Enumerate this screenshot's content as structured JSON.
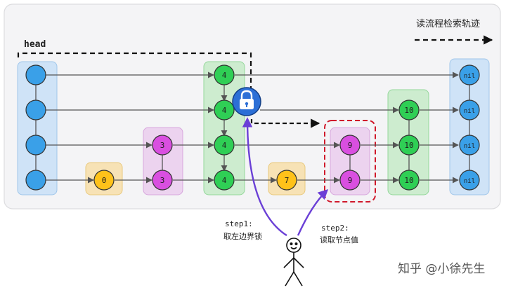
{
  "legend": {
    "label": "读流程检索轨迹"
  },
  "head_label": "head",
  "levels": {
    "head": [
      "",
      "",
      "",
      ""
    ],
    "col_4": [
      "4",
      "4",
      "4",
      "4"
    ],
    "col_3": [
      "3",
      "3"
    ],
    "col_0": [
      "0"
    ],
    "col_7": [
      "7"
    ],
    "col_9": [
      "9",
      "9"
    ],
    "col_10": [
      "10",
      "10",
      "10"
    ],
    "col_nil": [
      "nil",
      "nil",
      "nil",
      "nil"
    ]
  },
  "steps": {
    "step1": {
      "title": "step1:",
      "desc": "取左边界锁"
    },
    "step2": {
      "title": "step2:",
      "desc": "读取节点值"
    }
  },
  "watermark": "知乎 @小徐先生",
  "colors": {
    "blue_fill": "#cfe3f7",
    "blue_node": "#3aa0e8",
    "green_fill": "#cdeccf",
    "green_node": "#2fcf55",
    "purple_fill": "#ecd3ef",
    "purple_node": "#d94fe0",
    "yellow_fill": "#f7e2b5",
    "yellow_node": "#ffc21a",
    "lock": "#2c6fd6",
    "step_arrow": "#6a3fd6",
    "highlight": "#d0192b"
  }
}
